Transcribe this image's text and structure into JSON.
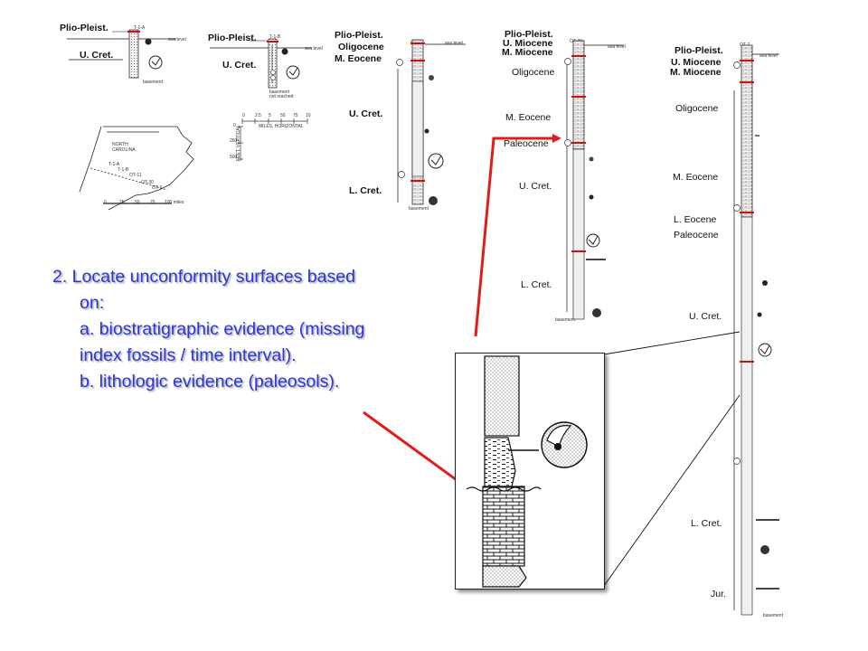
{
  "slide_text": {
    "line1": "2. Locate unconformity surfaces based",
    "line2": "on:",
    "line3": "a. biostratigraphic evidence (missing",
    "line4": "index fossils / time interval).",
    "line5": "b. lithologic evidence (paleosols)."
  },
  "columns": [
    {
      "id": "T-1-A",
      "sea_level": "sea level",
      "basement": "basement",
      "units": [
        "Plio-Pleist.",
        "U. Cret."
      ]
    },
    {
      "id": "T-1-B",
      "sea_level": "sea level",
      "basement": "basement not reached",
      "units": [
        "Plio-Pleist.",
        "U. Cret."
      ]
    },
    {
      "id": "OT-11",
      "sea_level": "sea level",
      "basement": "basement",
      "units": [
        "Plio-Pleist.",
        "Oligocene",
        "M. Eocene",
        "U. Cret.",
        "L. Cret."
      ]
    },
    {
      "id": "OT-30",
      "sea_level": "sea level",
      "basement": "basement",
      "units": [
        "Plio-Pleist.",
        "U. Miocene",
        "M. Miocene",
        "Oligocene",
        "M. Eocene",
        "Paleocene",
        "U. Cret.",
        "L. Cret."
      ]
    },
    {
      "id": "OT-7",
      "sea_level": "sea level",
      "basement": "basement",
      "units": [
        "Plio-Pleist.",
        "U. Miocene",
        "M. Miocene",
        "Oligocene",
        "M. Eocene",
        "L. Eocene",
        "Paleocene",
        "U. Cret.",
        "L. Cret.",
        "Jur."
      ]
    }
  ],
  "map": {
    "state_label": "NORTH CAROLINA",
    "scale_values": [
      "0",
      "25",
      "50",
      "75",
      "100 miles"
    ],
    "site_labels": [
      "T-1-A",
      "T-1-B",
      "OT-11",
      "OT-30",
      "OT-7"
    ]
  },
  "scale_bar": {
    "horizontal_label": "MILES, HORIZONTAL",
    "horizontal_values": [
      "0",
      "2.5",
      "5",
      "50",
      "75",
      "10"
    ],
    "vertical_label": "FEET, VERTICAL",
    "vertical_values": [
      "0",
      "250",
      "500"
    ]
  },
  "colors": {
    "text": "#2b35d8",
    "arrow": "#e31b1b",
    "unconformity": "#cc1111"
  }
}
